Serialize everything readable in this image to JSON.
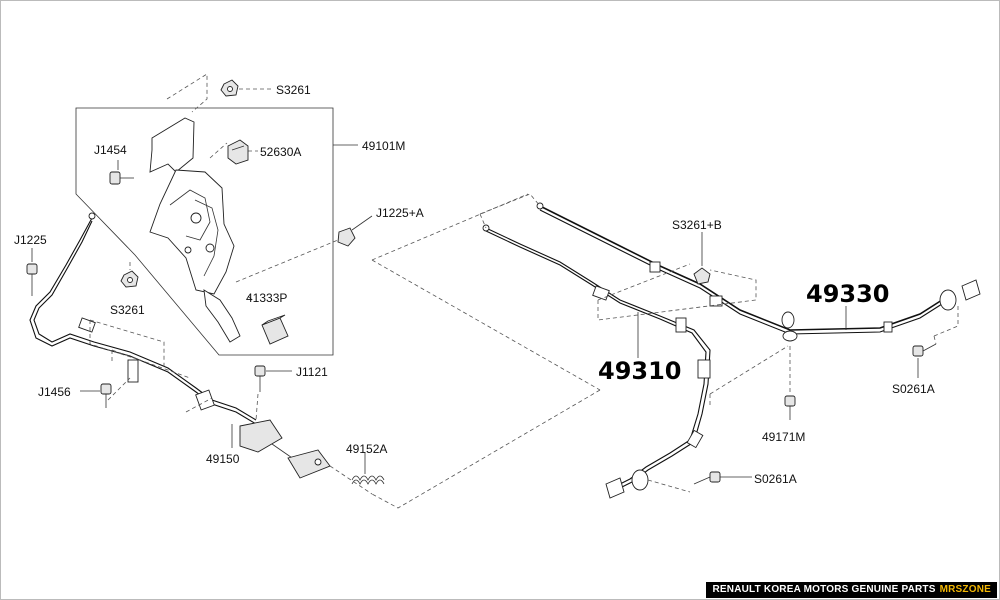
{
  "labels": {
    "s3261_top": "S3261",
    "p52630a": "52630A",
    "p49101m": "49101M",
    "j1454": "J1454",
    "j1225_a": "J1225+A",
    "j1225": "J1225",
    "s3261_low": "S3261",
    "p41333p": "41333P",
    "j1456": "J1456",
    "j1121": "J1121",
    "p49150": "49150",
    "p49152a": "49152A",
    "s3261_b": "S3261+B",
    "p49330": "49330",
    "p49310": "49310",
    "s0261a_right": "S0261A",
    "p49171m": "49171M",
    "s0261a_bottom": "S0261A"
  },
  "footer": {
    "text": "RENAULT KOREA MOTORS GENUINE PARTS",
    "brand": "MRSZONE"
  },
  "colors": {
    "footer_bg": "#000000",
    "footer_brand": "#f2b705"
  }
}
